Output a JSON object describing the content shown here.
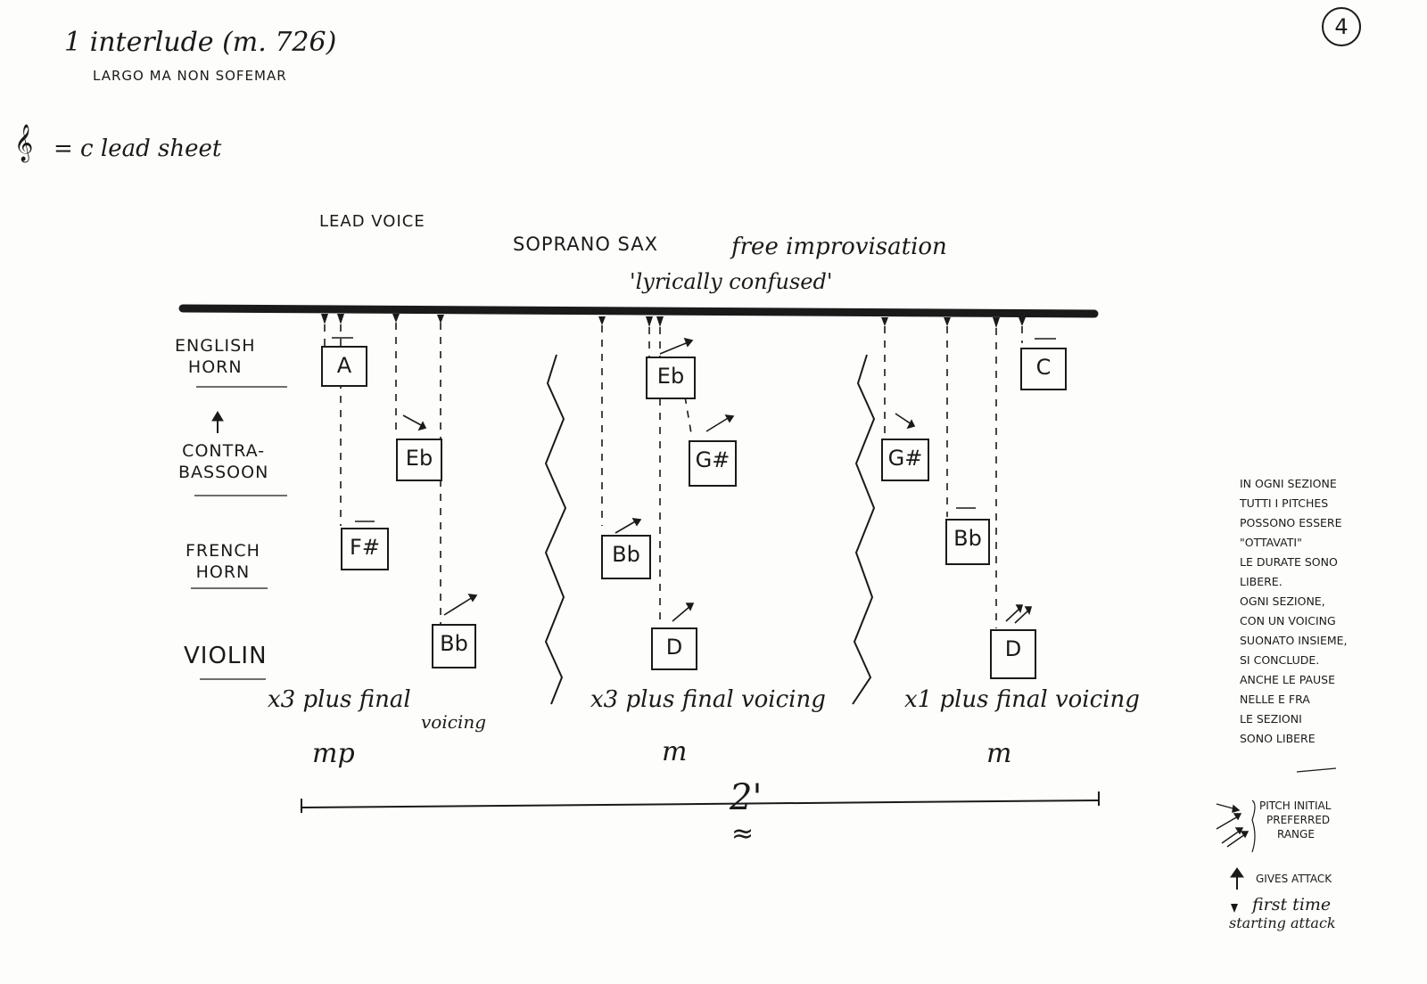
{
  "header": {
    "title": "1 interlude (m. 726)",
    "subtitle": "LARGO MA NON SOFEMAR",
    "clef_symbol": "𝄞",
    "clef_note": "= c lead sheet",
    "page_number": "4"
  },
  "lead": {
    "label": "LEAD VOICE",
    "instrument": "SOPRANO SAX",
    "instruction": "free improvisation",
    "character": "'lyrically confused'"
  },
  "instruments": [
    {
      "name_line1": "ENGLISH",
      "name_line2": "HORN"
    },
    {
      "name_line1": "CONTRA-",
      "name_line2": "BASSOON"
    },
    {
      "name_line1": "FRENCH",
      "name_line2": "HORN"
    },
    {
      "name_line1": "VIOLIN",
      "name_line2": ""
    }
  ],
  "pitches": {
    "s1_ehorn": "A",
    "s1_cbsn": "Eb",
    "s1_fhorn": "F#",
    "s1_vln": "Bb",
    "s2_ehorn": "Eb",
    "s2_cbsn": "G#",
    "s2_fhorn": "Bb",
    "s2_vln": "D",
    "s3_ehorn": "C",
    "s3_cbsn": "G#",
    "s3_fhorn": "Bb",
    "s3_vln": "D"
  },
  "sections": [
    {
      "performance": "x3 plus final",
      "performance_2": "voicing",
      "dynamic": "mp"
    },
    {
      "performance": "x3 plus final voicing",
      "performance_2": "",
      "dynamic": "m"
    },
    {
      "performance": "x1 plus final voicing",
      "performance_2": "",
      "dynamic": "m"
    }
  ],
  "duration": "2'",
  "duration_approx": "≈",
  "side_notes": [
    "IN OGNI SEZIONE",
    "TUTTI I PITCHES",
    "POSSONO ESSERE",
    "\"OTTAVATI\"",
    "LE DURATE SONO",
    "LIBERE.",
    "OGNI SEZIONE,",
    "CON UN VOICING",
    "SUONATO INSIEME,",
    "SI CONCLUDE.",
    "ANCHE LE PAUSE",
    "NELLE E FRA",
    "LE SEZIONI",
    "SONO LIBERE"
  ],
  "legend": {
    "pitch_line1": "PITCH INITIAL",
    "pitch_line2": "PREFERRED",
    "pitch_line3": "RANGE",
    "attack": "GIVES ATTACK",
    "first_time_1": "first time",
    "first_time_2": "starting attack"
  },
  "colors": {
    "ink": "#1a1a1a",
    "paper": "#fdfdfb"
  }
}
